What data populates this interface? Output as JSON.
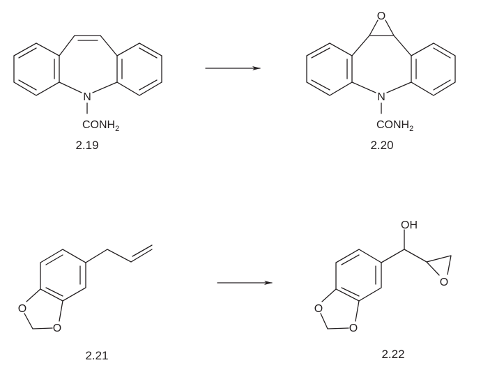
{
  "reactions": [
    {
      "reactant": {
        "label": "2.19",
        "n_atom": "N",
        "group": "CONH",
        "group_sub": "2"
      },
      "product": {
        "label": "2.20",
        "n_atom": "N",
        "epoxide_o": "O",
        "group": "CONH",
        "group_sub": "2"
      }
    },
    {
      "reactant": {
        "label": "2.21",
        "o1": "O",
        "o2": "O"
      },
      "product": {
        "label": "2.22",
        "o1": "O",
        "o2": "O",
        "hydroxyl": "OH",
        "epoxide_o": "O"
      }
    }
  ],
  "colors": {
    "ink": "#231f20",
    "background": "#ffffff"
  }
}
